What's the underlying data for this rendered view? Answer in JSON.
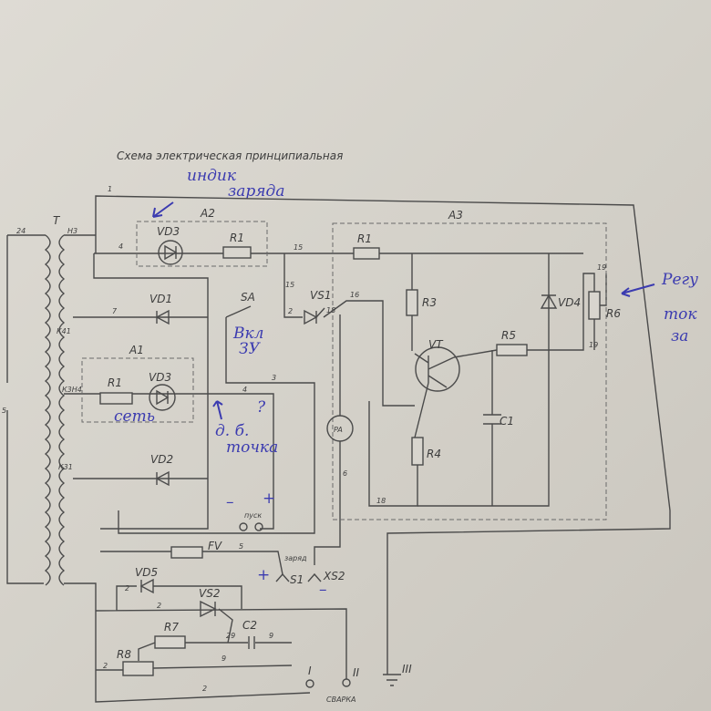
{
  "title": "Схема электрическая принципиальная",
  "handwritten": {
    "indicator": "индик",
    "charge": "заряда",
    "switch_on_1": "Вкл",
    "switch_on_2": "ЗУ",
    "network": "сеть",
    "should_be_1": "д. б.",
    "should_be_2": "точка",
    "question": "?",
    "minus": "–",
    "plus": "+",
    "plus2": "+",
    "minus2": "–",
    "regulator_1": "Регу",
    "regulator_2": "ток",
    "regulator_3": "за"
  },
  "blocks": {
    "a1": "A1",
    "a2": "A2",
    "a3": "A3"
  },
  "components": {
    "transformer": "T",
    "vd1": "VD1",
    "vd2": "VD2",
    "vd3_a2": "VD3",
    "vd3_a1": "VD3",
    "vd4": "VD4",
    "vd5": "VD5",
    "r1_a2": "R1",
    "r1_a1": "R1",
    "r1_a3": "R1",
    "r3": "R3",
    "r4": "R4",
    "r5": "R5",
    "r6": "R6",
    "r7": "R7",
    "r8": "R8",
    "c1": "C1",
    "c2": "C2",
    "vt": "VT",
    "vs1": "VS1",
    "vs2": "VS2",
    "sa": "SA",
    "pa": "PA",
    "fv": "FV",
    "s1": "S1",
    "xs2": "XS2"
  },
  "terminals": {
    "start": "пуск",
    "charge": "заряд",
    "t1": "I",
    "t2": "II",
    "t3": "III",
    "welding": "СВАРКА"
  },
  "taps": {
    "t24": "24",
    "h3": "Н3",
    "k41": "К41",
    "k3h4": "К3Н4",
    "k31": "К31",
    "t5": "5"
  },
  "wires": {
    "w1": "1",
    "w4a": "4",
    "w15a": "15",
    "w15b": "15",
    "w7": "7",
    "w2sa": "2",
    "w16": "16",
    "w18a": "18",
    "w3": "3",
    "w4b": "4",
    "w6": "6",
    "w18b": "18",
    "w19a": "19",
    "w19b": "19",
    "w5": "5",
    "w2a": "2",
    "w2b": "2",
    "w29": "29",
    "w9a": "9",
    "w9b": "9",
    "w2c": "2",
    "w2d": "2"
  }
}
